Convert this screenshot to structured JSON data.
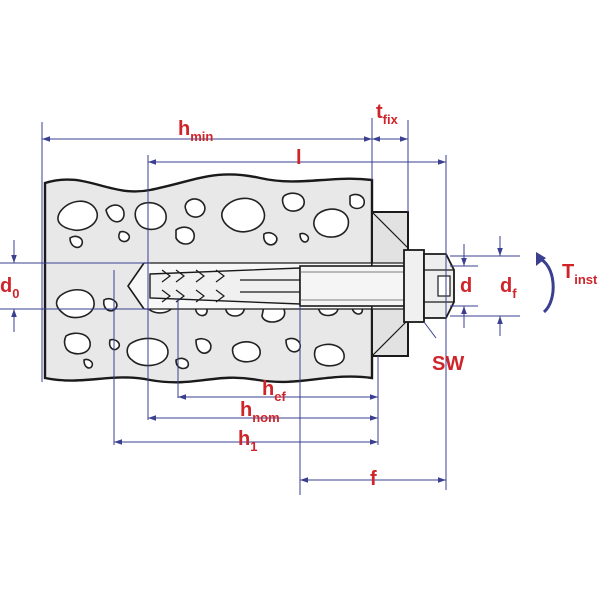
{
  "colors": {
    "label": "#d0242b",
    "dimension": "#3a3f8f",
    "concrete": "#e8e8e8",
    "outline": "#1a1a1a"
  },
  "labels": {
    "h_min": {
      "main": "h",
      "sub": "min"
    },
    "t_fix": {
      "main": "t",
      "sub": "fix"
    },
    "l": {
      "main": "l",
      "sub": ""
    },
    "d0": {
      "main": "d",
      "sub": "0"
    },
    "d": {
      "main": "d",
      "sub": ""
    },
    "df": {
      "main": "d",
      "sub": "f"
    },
    "T_inst": {
      "main": "T",
      "sub": "inst"
    },
    "SW": {
      "main": "SW",
      "sub": ""
    },
    "h_ef": {
      "main": "h",
      "sub": "ef"
    },
    "h_nom": {
      "main": "h",
      "sub": "nom"
    },
    "h1": {
      "main": "h",
      "sub": "1"
    },
    "f": {
      "main": "f",
      "sub": ""
    }
  }
}
